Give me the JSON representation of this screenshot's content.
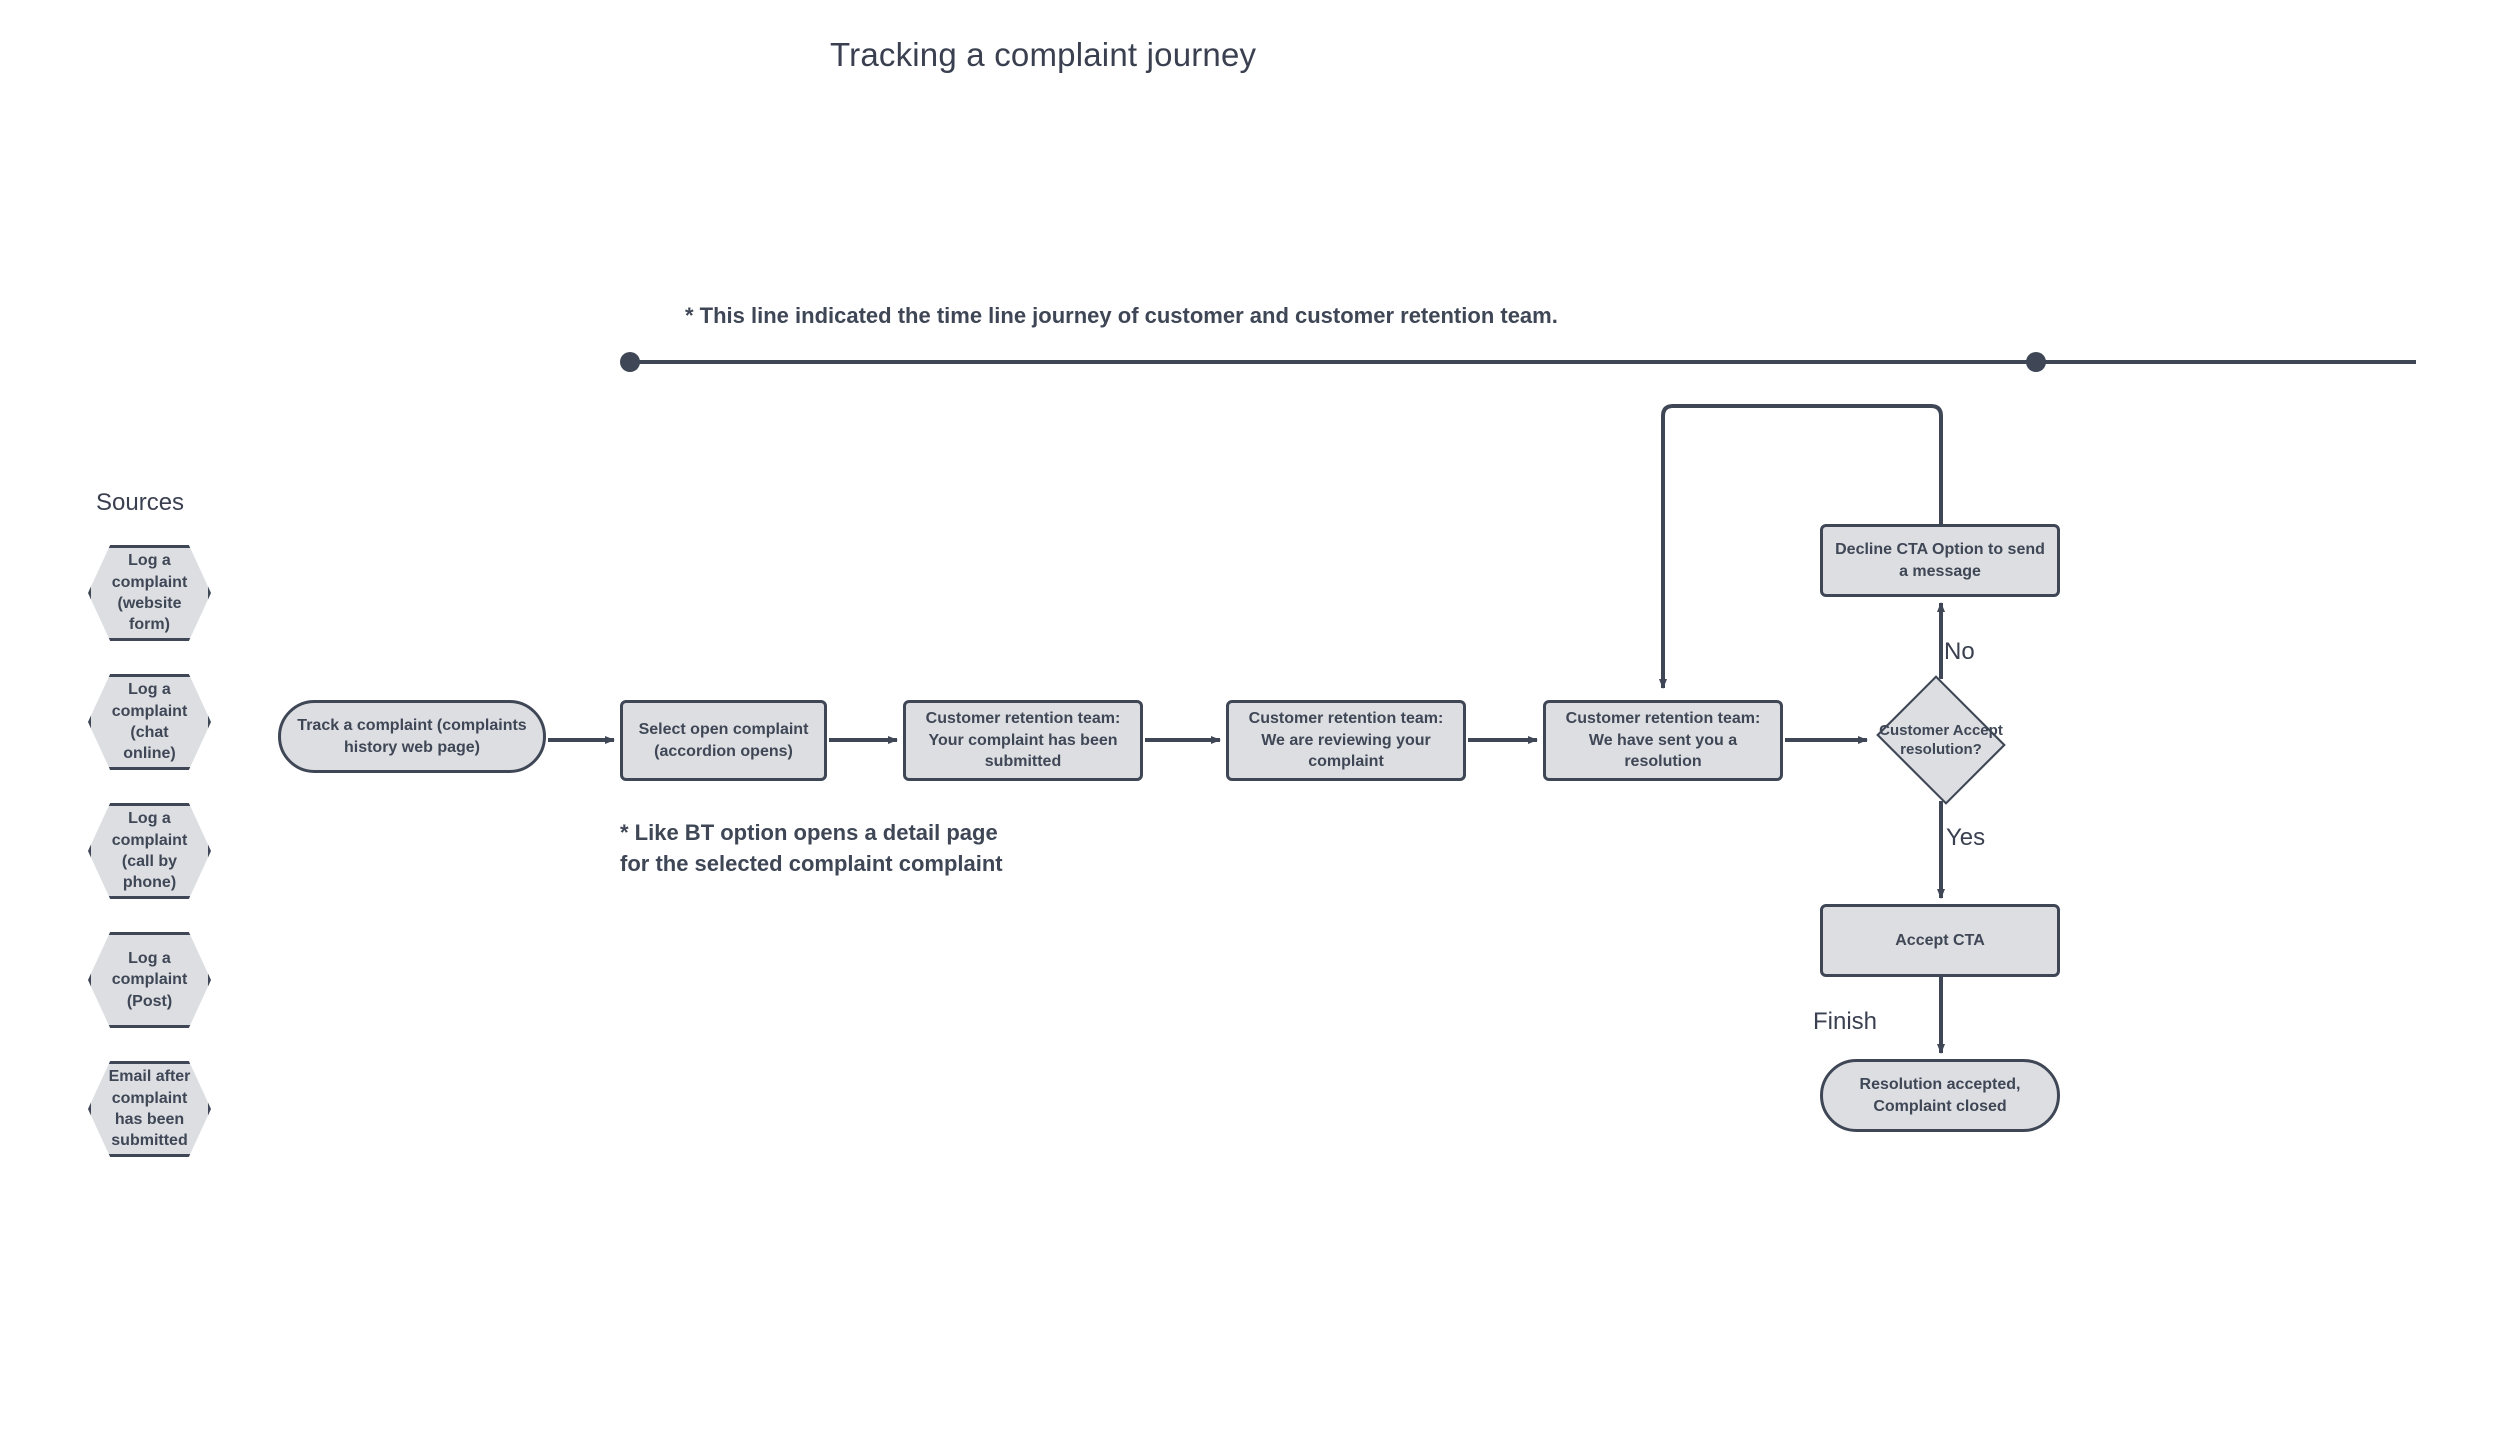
{
  "page": {
    "title": "Tracking a complaint journey",
    "background": "#ffffff",
    "node_fill": "#dcdee1",
    "node_stroke": "#3f4756",
    "text_color": "#3f4756"
  },
  "timeline": {
    "note": "* This line indicated the time line journey of customer and customer retention team.",
    "left_dot": "timeline-endpoint-dot",
    "right_dot": "timeline-endpoint-dot"
  },
  "sources": {
    "label": "Sources",
    "items": [
      {
        "label": "Log a complaint (website form)"
      },
      {
        "label": "Log a complaint (chat online)"
      },
      {
        "label": "Log a complaint (call by phone)"
      },
      {
        "label": "Log a complaint (Post)"
      },
      {
        "label": "Email after complaint has been submitted"
      }
    ]
  },
  "flow": {
    "start": "Track a complaint (complaints history web page)",
    "steps": [
      {
        "label": "Select open complaint (accordion opens)"
      },
      {
        "label": "Customer retention team: Your complaint has been submitted"
      },
      {
        "label": "Customer retention team: We are reviewing your complaint"
      },
      {
        "label": "Customer retention team: We have sent you a resolution"
      }
    ],
    "decision": "Customer Accept resolution?",
    "decline": "Decline CTA Option to send a message",
    "accept": "Accept CTA",
    "end": "Resolution accepted, Complaint closed"
  },
  "labels": {
    "no": "No",
    "yes": "Yes",
    "finish": "Finish"
  },
  "notes": {
    "bt_option": "* Like BT option opens a detail page\nfor the selected complaint complaint"
  },
  "chart_data": {
    "type": "diagram",
    "title": "Tracking a complaint journey",
    "nodes": [
      {
        "id": "src1",
        "type": "hexagon",
        "text": "Log a complaint (website form)"
      },
      {
        "id": "src2",
        "type": "hexagon",
        "text": "Log a complaint (chat online)"
      },
      {
        "id": "src3",
        "type": "hexagon",
        "text": "Log a complaint (call by phone)"
      },
      {
        "id": "src4",
        "type": "hexagon",
        "text": "Log a complaint (Post)"
      },
      {
        "id": "src5",
        "type": "hexagon",
        "text": "Email after complaint has been submitted"
      },
      {
        "id": "start",
        "type": "terminator",
        "text": "Track a complaint (complaints history web page)"
      },
      {
        "id": "p1",
        "type": "process",
        "text": "Select open complaint (accordion opens)"
      },
      {
        "id": "p2",
        "type": "process",
        "text": "Customer retention team: Your complaint has been submitted"
      },
      {
        "id": "p3",
        "type": "process",
        "text": "Customer retention team: We are reviewing your complaint"
      },
      {
        "id": "p4",
        "type": "process",
        "text": "Customer retention team: We have sent you a resolution"
      },
      {
        "id": "d1",
        "type": "decision",
        "text": "Customer Accept resolution?"
      },
      {
        "id": "decline",
        "type": "process",
        "text": "Decline CTA Option to send a message"
      },
      {
        "id": "accept",
        "type": "process",
        "text": "Accept CTA"
      },
      {
        "id": "end",
        "type": "terminator",
        "text": "Resolution accepted, Complaint closed"
      }
    ],
    "edges": [
      {
        "from": "start",
        "to": "p1",
        "label": ""
      },
      {
        "from": "p1",
        "to": "p2",
        "label": ""
      },
      {
        "from": "p2",
        "to": "p3",
        "label": ""
      },
      {
        "from": "p3",
        "to": "p4",
        "label": ""
      },
      {
        "from": "p4",
        "to": "d1",
        "label": ""
      },
      {
        "from": "d1",
        "to": "decline",
        "label": "No"
      },
      {
        "from": "d1",
        "to": "accept",
        "label": "Yes"
      },
      {
        "from": "accept",
        "to": "end",
        "label": "Finish"
      },
      {
        "from": "decline",
        "to": "p4",
        "label": ""
      }
    ]
  }
}
